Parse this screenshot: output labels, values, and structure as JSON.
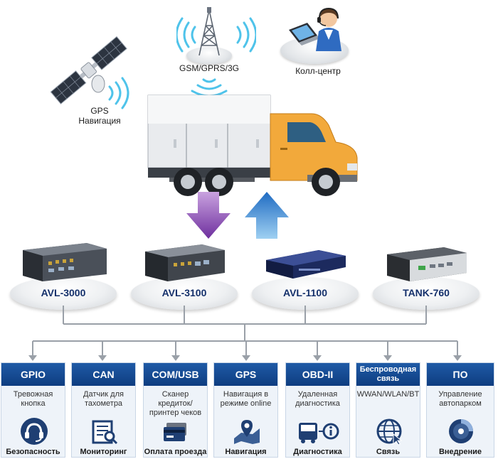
{
  "gps": {
    "line1": "GPS",
    "line2": "Навигация"
  },
  "gsm": {
    "label": "GSM/GPRS/3G"
  },
  "call_center": {
    "label": "Колл-центр"
  },
  "devices": [
    {
      "name": "AVL-3000"
    },
    {
      "name": "AVL-3100"
    },
    {
      "name": "AVL-1100"
    },
    {
      "name": "TANK-760"
    }
  ],
  "columns": [
    {
      "title": "GPIO",
      "desc": "Тревожная кнопка",
      "footer": "Безопасность",
      "icon": "headset-icon"
    },
    {
      "title": "CAN",
      "desc": "Датчик для тахометра",
      "footer": "Мониторинг",
      "icon": "document-search-icon"
    },
    {
      "title": "COM/USB",
      "desc": "Сканер кредиток/ принтер чеков",
      "footer": "Оплата проезда",
      "icon": "credit-card-icon"
    },
    {
      "title": "GPS",
      "desc": "Навигация в режиме online",
      "footer": "Навигация",
      "icon": "map-pin-icon"
    },
    {
      "title": "OBD-II",
      "desc": "Удаленная диагностика",
      "footer": "Диагностика",
      "icon": "bus-info-icon"
    },
    {
      "title": "Беспроводная связь",
      "desc": "WWAN/WLAN/BT",
      "footer": "Связь",
      "icon": "globe-cursor-icon"
    },
    {
      "title": "ПО",
      "desc": "Управление автопарком",
      "footer": "Внедрение",
      "icon": "disc-icon"
    }
  ],
  "colors": {
    "header_blue": "#0e3d80",
    "device_name": "#14306b",
    "truck_cab": "#f2a93b",
    "arrow_down": "#8a4bb3",
    "arrow_up": "#2e7ad1"
  }
}
